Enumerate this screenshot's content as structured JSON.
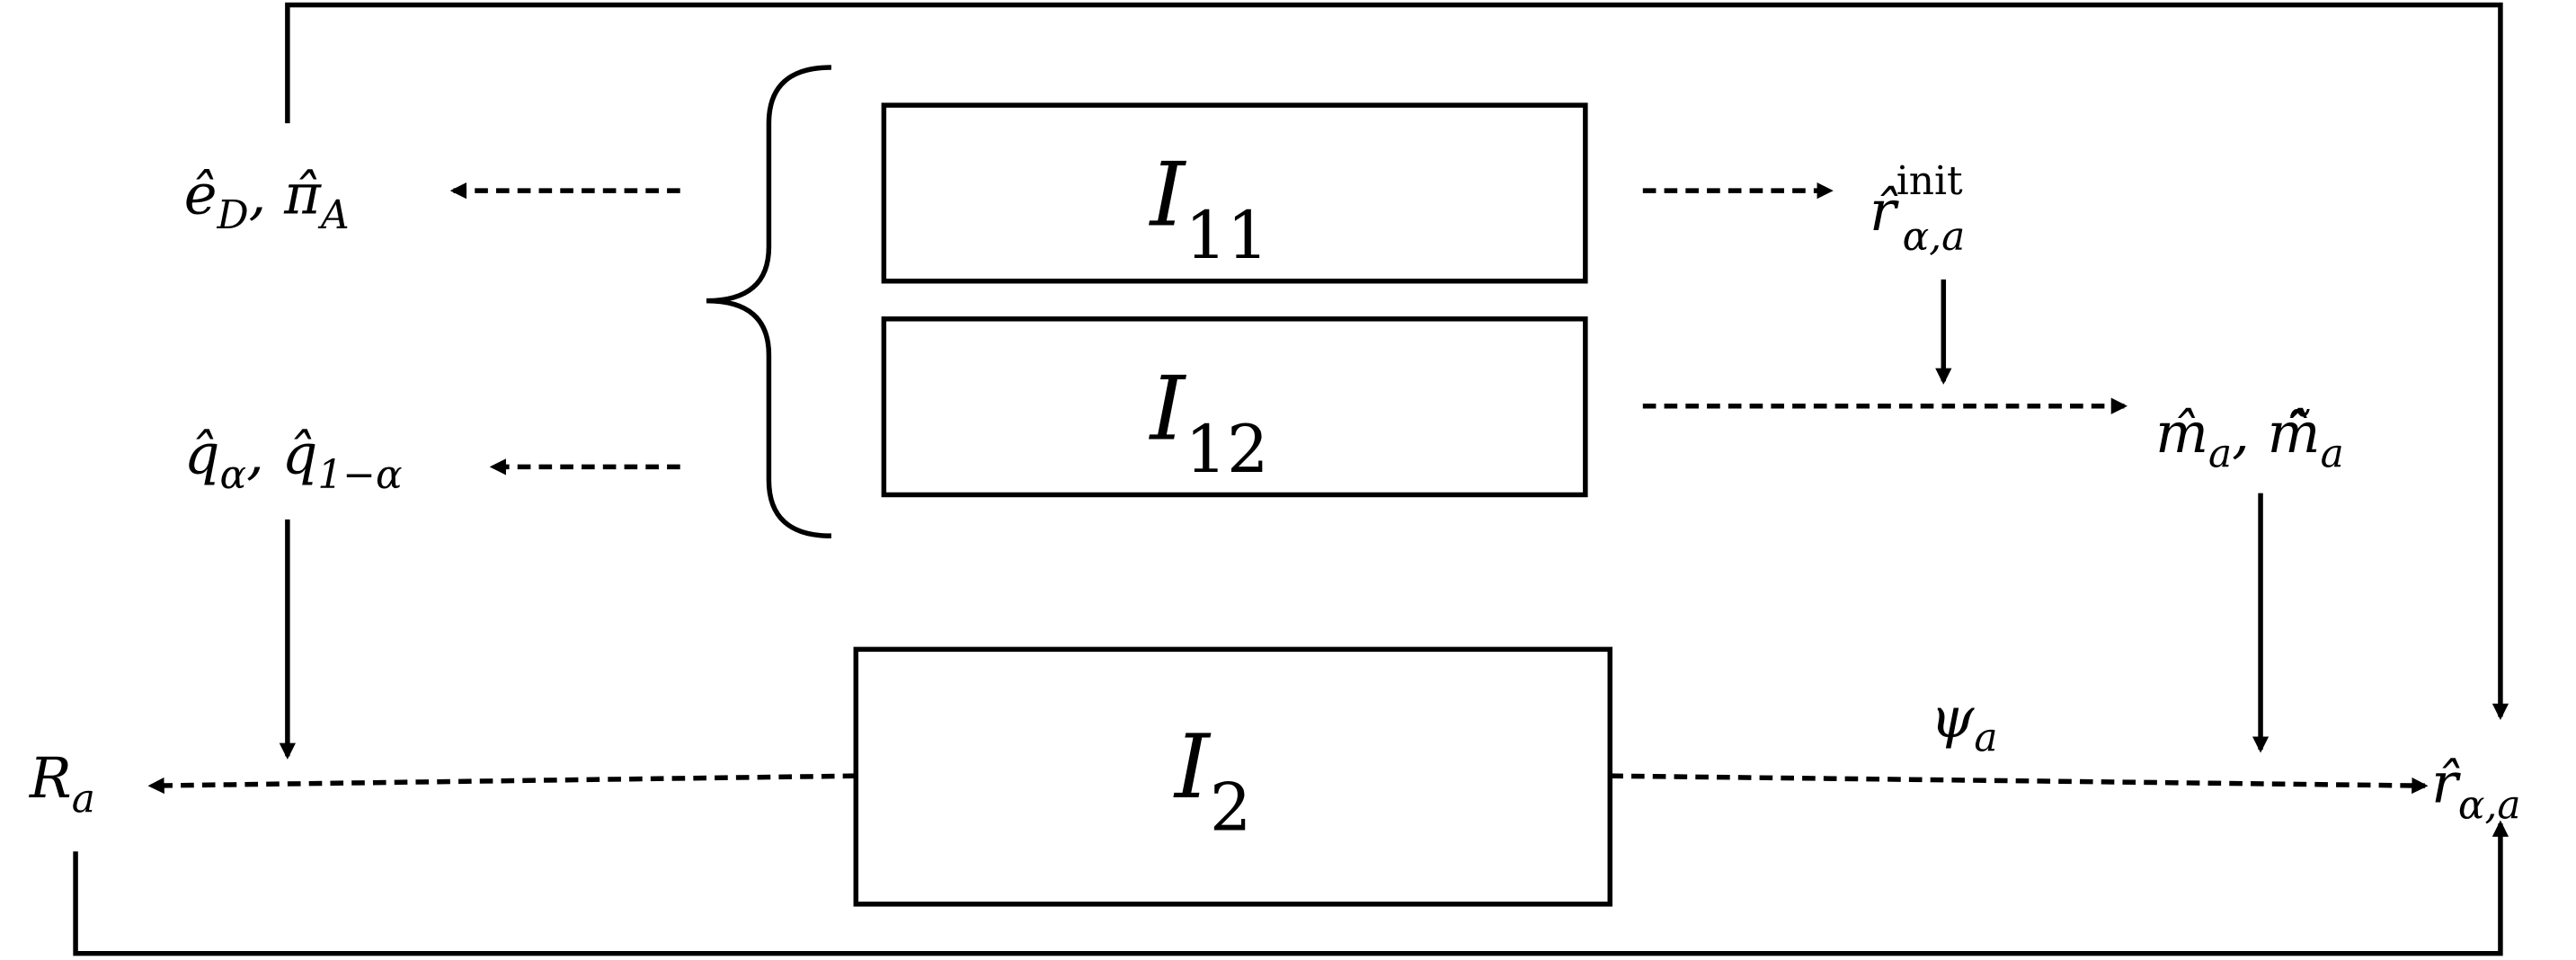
{
  "boxes": {
    "i11": {
      "base": "I",
      "sub": "11"
    },
    "i12": {
      "base": "I",
      "sub": "12"
    },
    "i2": {
      "base": "I",
      "sub": "2"
    }
  },
  "labels": {
    "e_pi": {
      "b1": "ê",
      "s1": "D",
      "sep": ", ",
      "b2": "π̂",
      "s2": "A"
    },
    "q": {
      "b1": "q̂",
      "s1": "α",
      "sep": ", ",
      "b2": "q̂",
      "s2": "1−α"
    },
    "r_init": {
      "b": "r̂",
      "sup": "init",
      "sub": "α,a"
    },
    "m": {
      "b1": "m̂",
      "s1": "a",
      "sep": ", ",
      "b2": "m̃̂",
      "s2": "a"
    },
    "R": {
      "b": "R",
      "sub": "a"
    },
    "psi": {
      "b": "ψ",
      "sub": "a"
    },
    "r_final": {
      "b": "r̂",
      "sub": "α,a"
    }
  },
  "colors": {
    "stroke": "#000000",
    "background": "#ffffff"
  }
}
